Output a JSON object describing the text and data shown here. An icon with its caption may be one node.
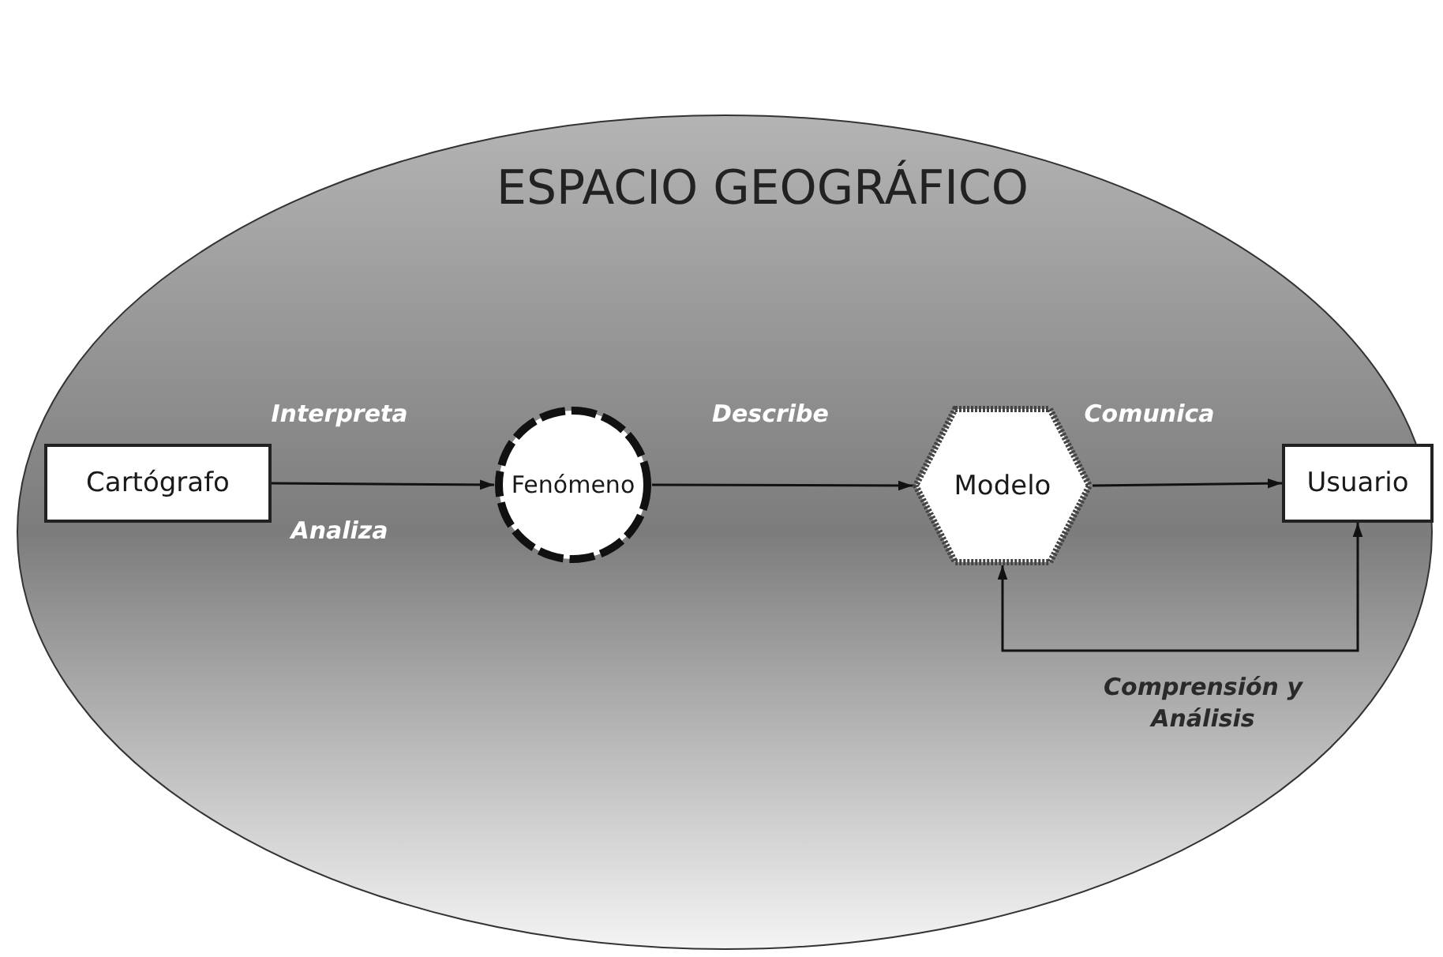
{
  "diagram": {
    "nodes": [
      {
        "text": [
          "ESPACIO GEOGRÁFICO"
        ]
      },
      {
        "text": [
          "Cartógrafo"
        ],
        "in": 0
      },
      {
        "text": [
          "Fenómeno"
        ],
        "in": 0
      },
      {
        "text": [
          "Modelo"
        ],
        "in": 0
      },
      {
        "text": [
          "Usuario"
        ],
        "in": 0
      }
    ],
    "edges": [
      {
        "from": 1,
        "to": 2,
        "arrow": "to",
        "label": "Interpreta"
      },
      {
        "from": 2,
        "to": 3,
        "arrow": "to",
        "label": "Describe"
      },
      {
        "from": 3,
        "to": 4,
        "arrow": "to",
        "label": "Comunica"
      },
      {
        "from": 3,
        "to": 4,
        "arrow": "both",
        "label": "Comprensión y Análisis"
      }
    ],
    "labels": [
      "Analiza"
    ]
  }
}
